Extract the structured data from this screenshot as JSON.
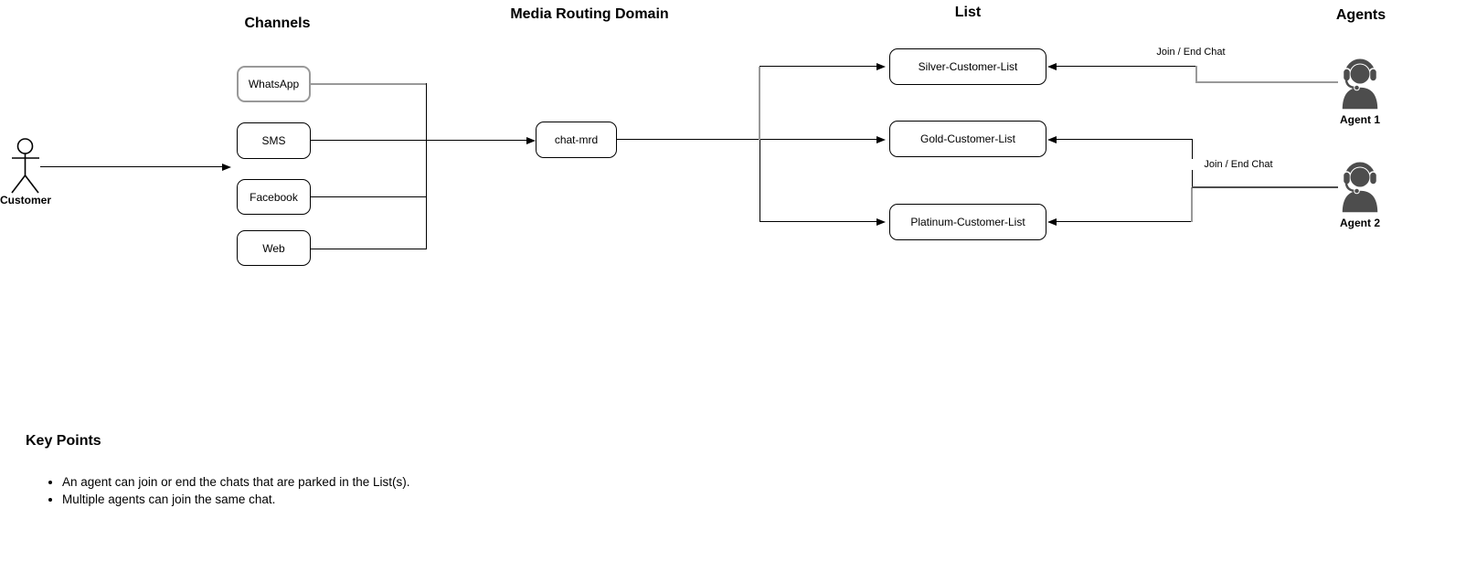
{
  "diagram": {
    "headings": {
      "channels": "Channels",
      "mrd": "Media Routing Domain",
      "list": "List",
      "agents": "Agents"
    },
    "customer": {
      "label": "Customer"
    },
    "channels": [
      "WhatsApp",
      "SMS",
      "Facebook",
      "Web"
    ],
    "mrd_node_label": "chat-mrd",
    "lists": [
      "Silver-Customer-List",
      "Gold-Customer-List",
      "Platinum-Customer-List"
    ],
    "edges": {
      "agent1_label": "Join / End Chat",
      "agent2_label": "Join / End Chat"
    },
    "agents": [
      {
        "label": "Agent 1"
      },
      {
        "label": "Agent 2"
      }
    ],
    "colors": {
      "line": "#000000",
      "gray_line": "#999999",
      "dark_line": "#4d4d4d",
      "agent_icon": "#4d4d4d",
      "whatsapp_border": "#999999",
      "background": "#ffffff"
    }
  },
  "key_points": {
    "title": "Key Points",
    "bullets": [
      "An agent can join or end the chats that are parked in the List(s).",
      "Multiple agents can join the same chat."
    ]
  }
}
